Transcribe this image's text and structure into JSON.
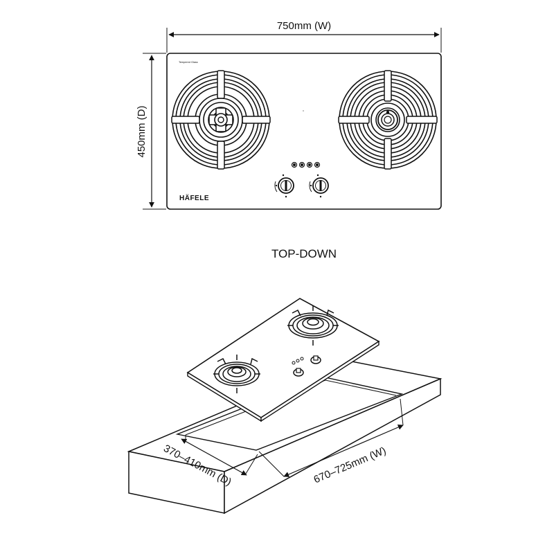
{
  "top_view": {
    "width_label": "750mm (W)",
    "depth_label": "450mm (D)",
    "brand": "HÄFELE",
    "small_text": "Tempered Glass"
  },
  "view_caption": "TOP-DOWN",
  "cutout_view": {
    "depth_label": "370–410mm (D)",
    "width_label": "670–725mm (W)"
  },
  "colors": {
    "ink": "#111111",
    "background": "#ffffff"
  }
}
